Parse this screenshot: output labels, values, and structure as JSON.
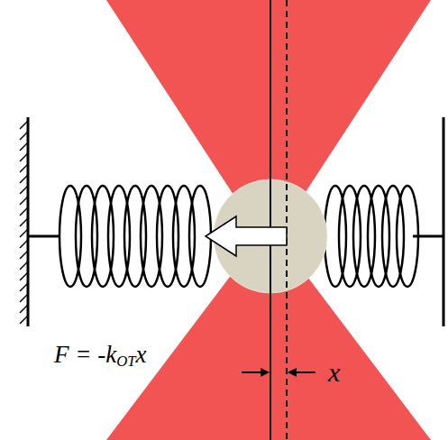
{
  "diagram": {
    "labels": [
      "F = -k",
      "OT",
      "x",
      "x"
    ]
  }
}
